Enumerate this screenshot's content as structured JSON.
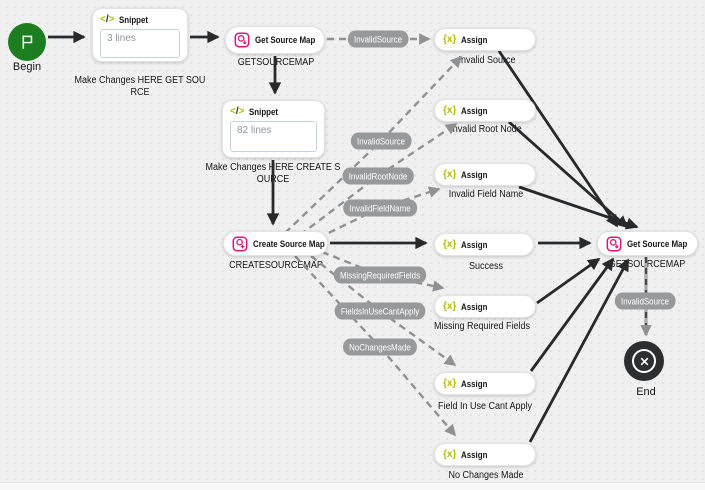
{
  "canvas": {
    "background_color": "#f0f0f1"
  },
  "nodes": {
    "begin": {
      "icon": "flag-icon",
      "label": "Begin"
    },
    "snippet_get": {
      "icon": "code-icon",
      "title": "Snippet",
      "content": "3 lines",
      "name": "Make Changes HERE GET SOU\nRCE"
    },
    "get_source_map": {
      "icon": "source-map-icon",
      "title": "Get Source Map",
      "name": "GETSOURCEMAP"
    },
    "snippet_create": {
      "icon": "code-icon",
      "title": "Snippet",
      "content": "82 lines",
      "name": "Make Changes HERE CREATE S\nOURCE"
    },
    "create_source_map": {
      "icon": "source-map-add-icon",
      "title": "Create Source Map",
      "name": "CREATESOURCEMAP"
    },
    "get_source_map_final": {
      "icon": "source-map-icon",
      "title": "Get Source Map",
      "name": "GETSOURCEMAP"
    },
    "end": {
      "icon": "close-circle-icon",
      "label": "End"
    },
    "assigns": [
      {
        "icon": "assign-variables-icon",
        "title": "Assign",
        "name": "Invalid Source"
      },
      {
        "icon": "assign-variables-icon",
        "title": "Assign",
        "name": "Invalid Root Node"
      },
      {
        "icon": "assign-variables-icon",
        "title": "Assign",
        "name": "Invalid Field Name"
      },
      {
        "icon": "assign-variables-icon",
        "title": "Assign",
        "name": "Success"
      },
      {
        "icon": "assign-variables-icon",
        "title": "Assign",
        "name": "Missing Required Fields"
      },
      {
        "icon": "assign-variables-icon",
        "title": "Assign",
        "name": "Field In Use Cant Apply"
      },
      {
        "icon": "assign-variables-icon",
        "title": "Assign",
        "name": "No Changes Made"
      }
    ]
  },
  "branch_labels": [
    {
      "label": "InvalidSource"
    },
    {
      "label": "InvalidSource"
    },
    {
      "label": "InvalidRootNode"
    },
    {
      "label": "InvalidFieldName"
    },
    {
      "label": "MissingRequiredFields"
    },
    {
      "label": "FieldsInUseCantApply"
    },
    {
      "label": "NoChangesMade"
    },
    {
      "label": "InvalidSource"
    }
  ],
  "colors": {
    "begin_green": "#1d7d21",
    "end_dark": "#2c2e30",
    "accent_pink": "#e0147d",
    "accent_yellow_green": "#b4bd00",
    "pill_gray": "#97999b",
    "edge_dark": "#27292a",
    "edge_gray": "#8f9193"
  }
}
